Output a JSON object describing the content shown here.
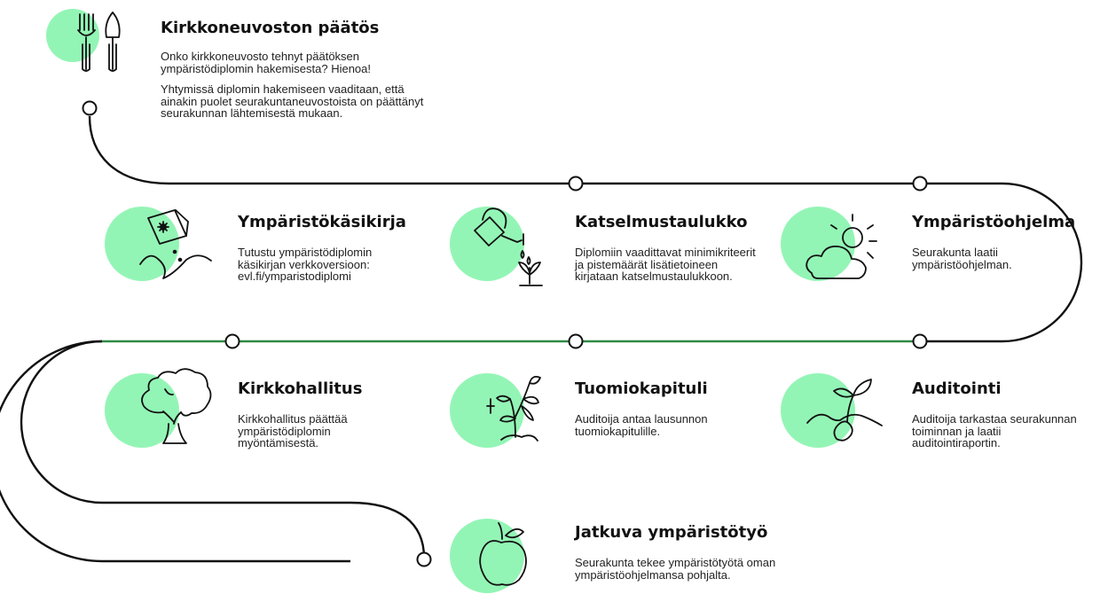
{
  "accent_green": "#93f5b5",
  "track_color": "#111111",
  "highlight_line_color": "#2f8a44",
  "steps": [
    {
      "icon": "garden-tools-icon",
      "title": "Kirkkoneuvoston päätös",
      "paragraphs": [
        "Onko kirkkoneuvosto tehnyt päätöksen ympäristödiplomin hakemisesta? Hienoa!",
        "Yhtymissä diplomin hakemiseen vaaditaan, että ainakin puolet seurakuntaneuvostoista on päättänyt seurakunnan lähtemisestä mukaan."
      ]
    },
    {
      "icon": "seed-packet-icon",
      "title": "Ympäristökäsikirja",
      "paragraphs": [
        "Tutustu ympäristödiplomin käsikirjan verkkoversioon:"
      ],
      "link": "evl.fi/ymparistodiplomi"
    },
    {
      "icon": "watering-can-icon",
      "title": "Katselmustaulukko",
      "paragraphs": [
        "Diplomiin vaadittavat minimikriteerit ja pistemäärät lisätietoineen kirjataan katselmustaulukkoon."
      ]
    },
    {
      "icon": "sun-cloud-icon",
      "title": "Ympäristöohjelma",
      "paragraphs": [
        "Seurakunta laatii ympäristöohjelman."
      ]
    },
    {
      "icon": "tree-icon",
      "title": "Kirkkohallitus",
      "paragraphs": [
        "Kirkkohallitus päättää ympäristödiplomin myöntämisestä."
      ]
    },
    {
      "icon": "plant-icon",
      "title": "Tuomiokapituli",
      "paragraphs": [
        "Auditoija antaa lausunnon tuomiokapitulille."
      ]
    },
    {
      "icon": "sprouting-seed-icon",
      "title": "Auditointi",
      "paragraphs": [
        "Auditoija tarkastaa seurakunnan toiminnan ja laatii auditointiraportin."
      ]
    },
    {
      "icon": "apple-icon",
      "title": "Jatkuva ympäristötyö",
      "paragraphs": [
        "Seurakunta tekee ympäristötyötä oman ympäristöohjelmansa pohjalta."
      ]
    }
  ]
}
